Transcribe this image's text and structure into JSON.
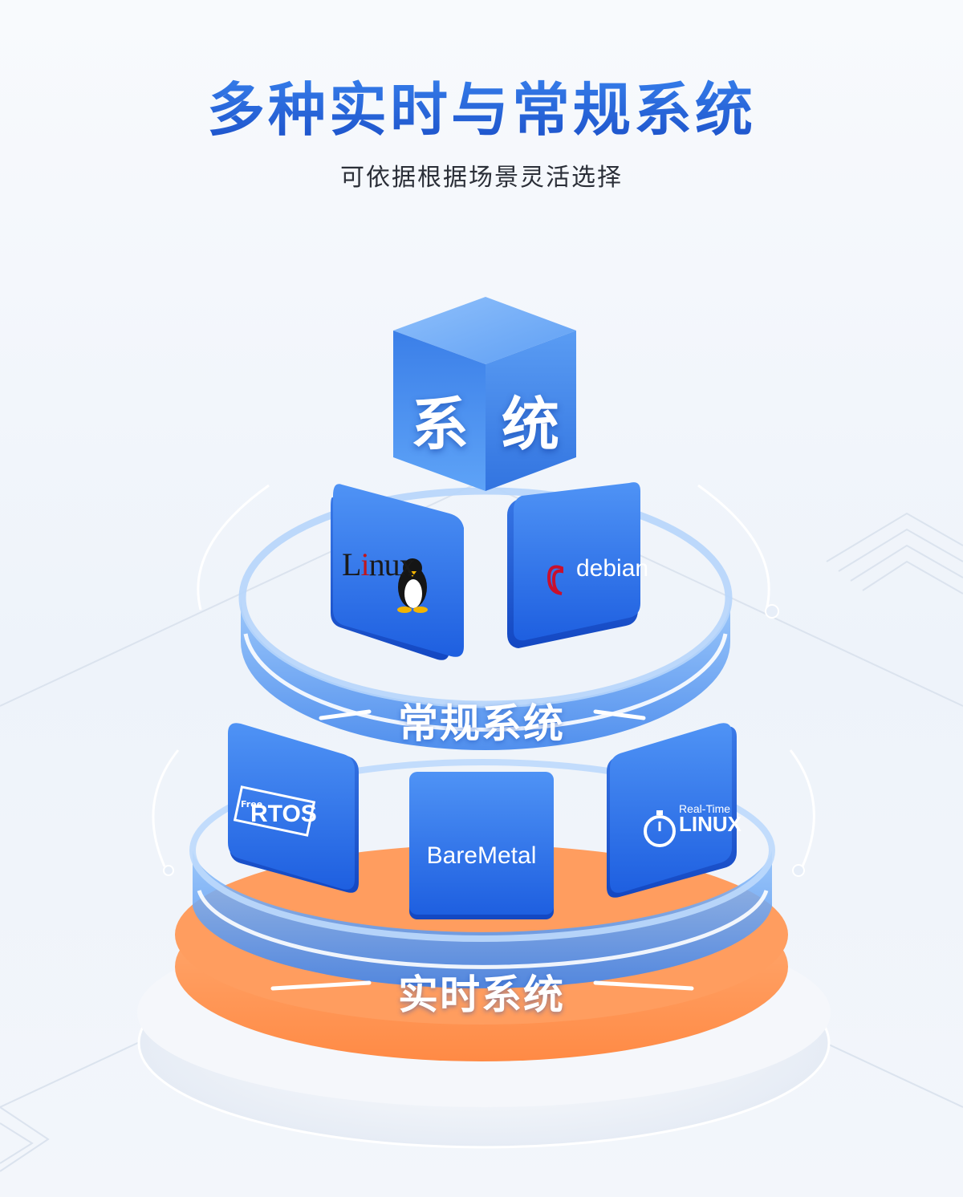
{
  "header": {
    "title": "多种实时与常规系统",
    "subtitle": "可依据根据场景灵活选择"
  },
  "top_cube": {
    "glyph_left": "系",
    "glyph_right": "统"
  },
  "rings": {
    "regular_label": "常规系统",
    "realtime_label": "实时系统"
  },
  "tiles": {
    "linux": {
      "text_l": "L",
      "text_i": "i",
      "text_rest": "nux"
    },
    "debian": {
      "text": "debian"
    },
    "freertos": {
      "prefix": "Free",
      "text": "RTOS"
    },
    "baremetal": {
      "text": "BareMetal"
    },
    "realtime_linux": {
      "small": "Real-Time",
      "big": "LINUX"
    }
  },
  "colors": {
    "accent_blue": "#2f6fe4",
    "ring_blue": "#5b9bf2",
    "base_orange": "#ff9a5a"
  }
}
